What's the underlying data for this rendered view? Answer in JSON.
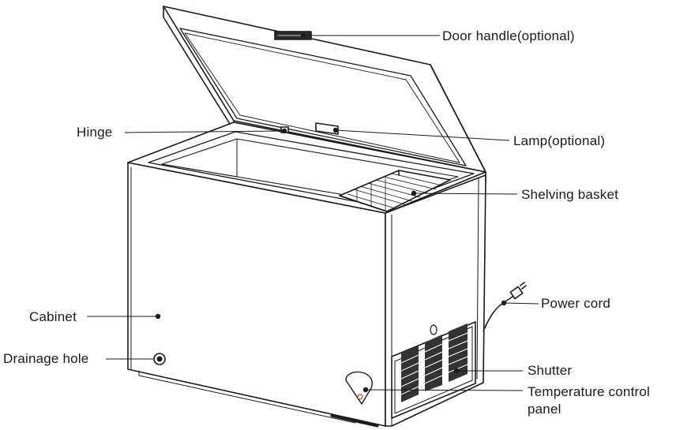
{
  "labels": {
    "door_handle": "Door handle(optional)",
    "hinge": "Hinge",
    "lamp": "Lamp(optional)",
    "shelving_basket": "Shelving basket",
    "power_cord": "Power cord",
    "cabinet": "Cabinet",
    "drainage_hole": "Drainage hole",
    "shutter": "Shutter",
    "temp_panel_line1": "Temperature control",
    "temp_panel_line2": "panel"
  },
  "colors": {
    "line": "#1a1a1a",
    "panel": "#f6f6f6",
    "accent": "#c0392b"
  }
}
